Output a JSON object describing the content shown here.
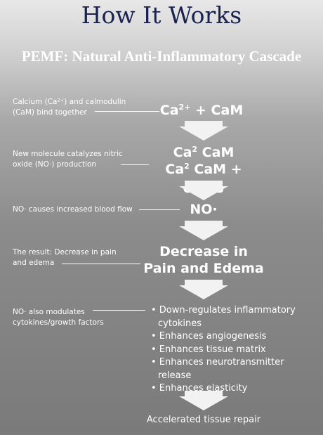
{
  "title": "How It Works",
  "subtitle": "PEMF: Natural Anti-Inflammatory Cascade",
  "notes": [
    "Calcium (Ca²⁺) and calmodulin (CaM) bind together",
    "New molecule catalyzes nitric oxide (NO·) production",
    "NO· causes increased blood flow",
    "The result: Decrease in pain and edema",
    "NO· also modulates cytokines/growth factors"
  ],
  "steps": {
    "step1": {
      "a": "Ca",
      "sup": "2+",
      "b": " + CaM"
    },
    "step2_line1": {
      "a": "Ca",
      "sup": "2",
      "b": " CaM"
    },
    "step2_line2": {
      "a": "Ca",
      "sup": "2",
      "b": " CaM + eNOS"
    },
    "step3": "NO·",
    "step4_line1": "Decrease in",
    "step4_line2": "Pain and Edema"
  },
  "effects": [
    "• Down-regulates inflammatory cytokines",
    "• Enhances angiogenesis",
    "• Enhances tissue matrix",
    "• Enhances neurotransmitter release",
    "• Enhances elasticity"
  ],
  "final": "Accelerated tissue repair",
  "colors": {
    "title": "#1a2350",
    "arrow": "#f2f2f2",
    "text": "#ffffff"
  }
}
